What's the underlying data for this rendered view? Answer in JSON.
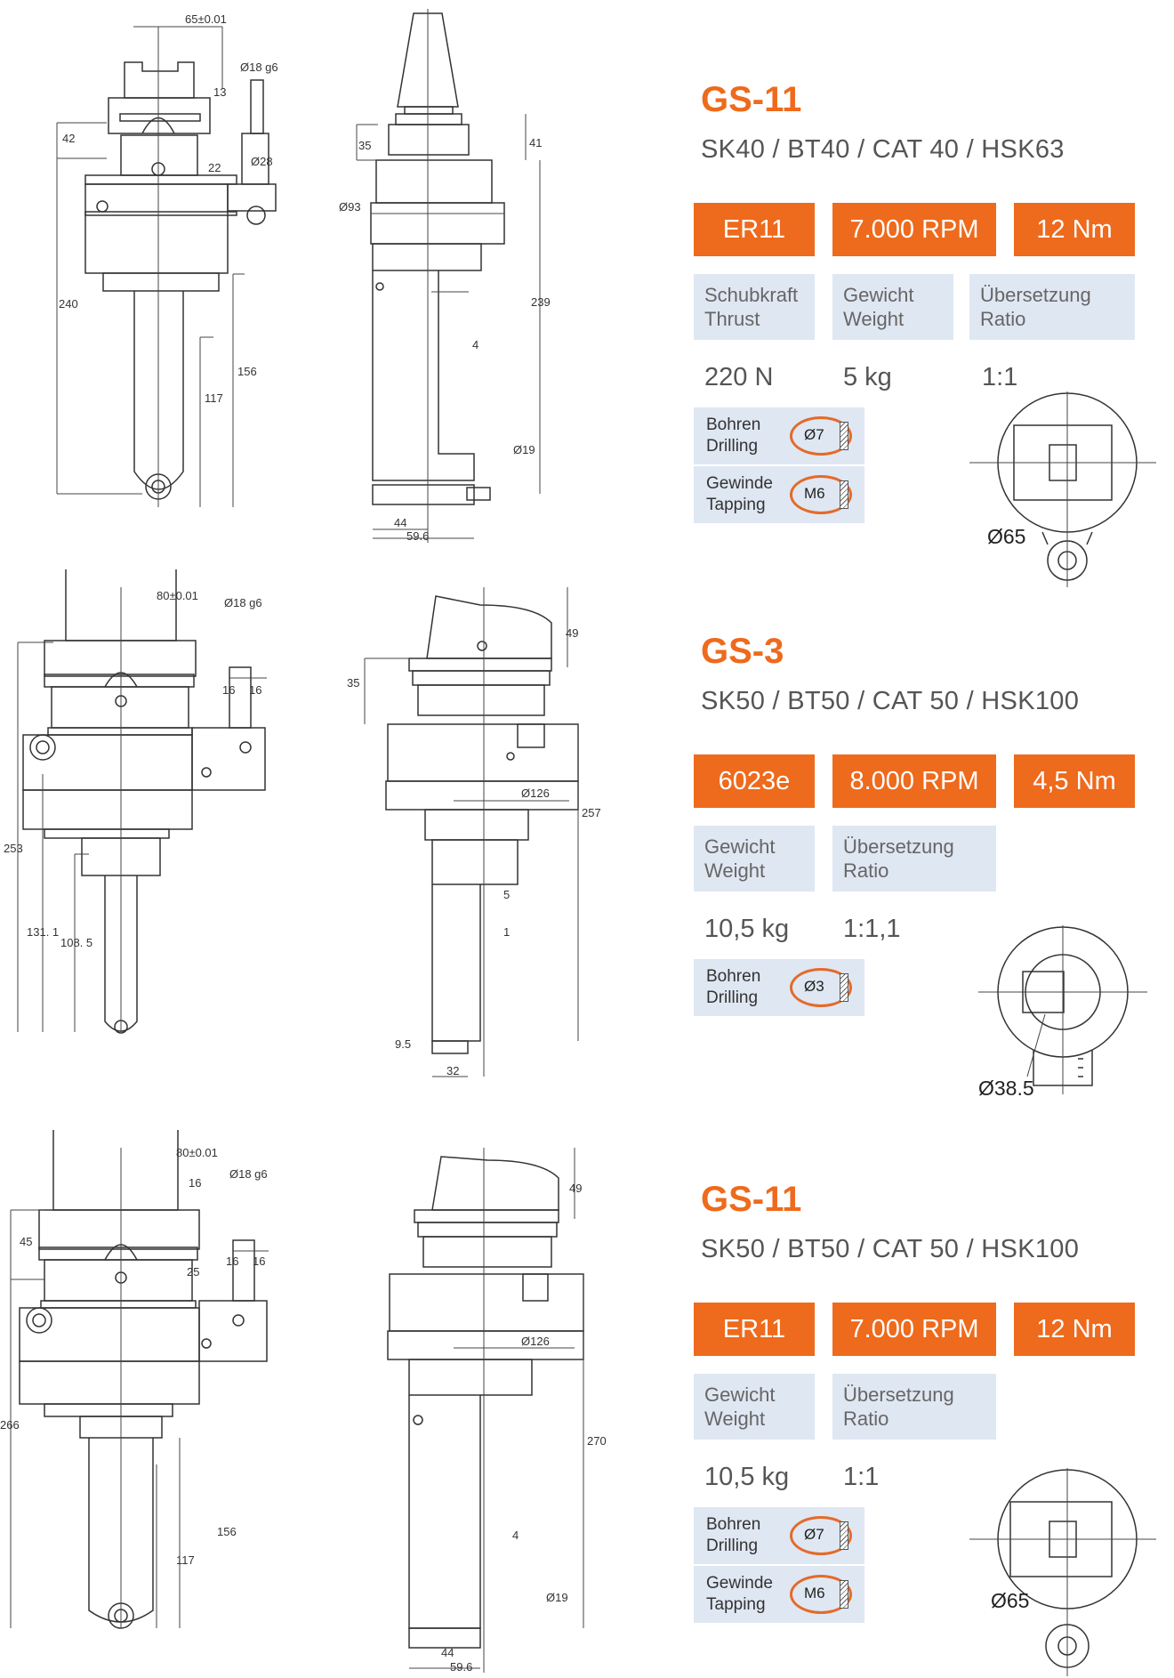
{
  "sections": [
    {
      "model": "GS-11",
      "holders": "SK40 / BT40 / CAT 40 / HSK63",
      "badges": [
        "ER11",
        "7.000 RPM",
        "12 Nm"
      ],
      "specs": [
        {
          "de": "Schubkraft",
          "en": "Thrust",
          "value": "220 N"
        },
        {
          "de": "Gewicht",
          "en": "Weight",
          "value": "5 kg"
        },
        {
          "de": "Übersetzung",
          "en": "Ratio",
          "value": "1:1"
        }
      ],
      "tools": [
        {
          "de": "Bohren",
          "en": "Drilling",
          "size": "Ø7",
          "icon": "drill-icon"
        },
        {
          "de": "Gewinde",
          "en": "Tapping",
          "size": "M6",
          "icon": "tap-icon"
        }
      ],
      "circle_label": "Ø65",
      "front_dims": {
        "center": "65±0.01",
        "shank": "Ø18 g6",
        "d13": "13",
        "d42": "42",
        "d22": "22",
        "d28": "Ø28",
        "d240": "240",
        "d156": "156",
        "d117": "117"
      },
      "side_dims": {
        "d35": "35",
        "d41": "41",
        "d93": "Ø93",
        "d239": "239",
        "d4": "4",
        "d19": "Ø19",
        "d44": "44",
        "d596": "59.6"
      }
    },
    {
      "model": "GS-3",
      "holders": "SK50 / BT50 / CAT 50 / HSK100",
      "badges": [
        "6023e",
        "8.000 RPM",
        "4,5 Nm"
      ],
      "specs": [
        {
          "de": "Gewicht",
          "en": "Weight",
          "value": "10,5 kg"
        },
        {
          "de": "Übersetzung",
          "en": "Ratio",
          "value": "1:1,1"
        }
      ],
      "tools": [
        {
          "de": "Bohren",
          "en": "Drilling",
          "size": "Ø3",
          "icon": "drill-icon"
        }
      ],
      "circle_label": "Ø38.5",
      "front_dims": {
        "center": "80±0.01",
        "shank": "Ø18 g6",
        "d16a": "16",
        "d16b": "16",
        "d253": "253",
        "d1311": "131. 1",
        "d1085": "108. 5"
      },
      "side_dims": {
        "d35": "35",
        "d49": "49",
        "d126": "Ø126",
        "d257": "257",
        "d5": "5",
        "d1": "1",
        "d95": "9.5",
        "d32": "32"
      }
    },
    {
      "model": "GS-11",
      "holders": "SK50 / BT50 / CAT 50 / HSK100",
      "badges": [
        "ER11",
        "7.000 RPM",
        "12 Nm"
      ],
      "specs": [
        {
          "de": "Gewicht",
          "en": "Weight",
          "value": "10,5 kg"
        },
        {
          "de": "Übersetzung",
          "en": "Ratio",
          "value": "1:1"
        }
      ],
      "tools": [
        {
          "de": "Bohren",
          "en": "Drilling",
          "size": "Ø7",
          "icon": "drill-icon"
        },
        {
          "de": "Gewinde",
          "en": "Tapping",
          "size": "M6",
          "icon": "tap-icon"
        }
      ],
      "circle_label": "Ø65",
      "front_dims": {
        "center": "80±0.01",
        "shank": "Ø18 g6",
        "d16": "16",
        "d45": "45",
        "d25": "25",
        "d16a": "16",
        "d16b": "16",
        "d266": "266",
        "d156": "156",
        "d117": "117"
      },
      "side_dims": {
        "d49": "49",
        "d126": "Ø126",
        "d270": "270",
        "d4": "4",
        "d19": "Ø19",
        "d44": "44",
        "d596": "59.6"
      }
    }
  ]
}
